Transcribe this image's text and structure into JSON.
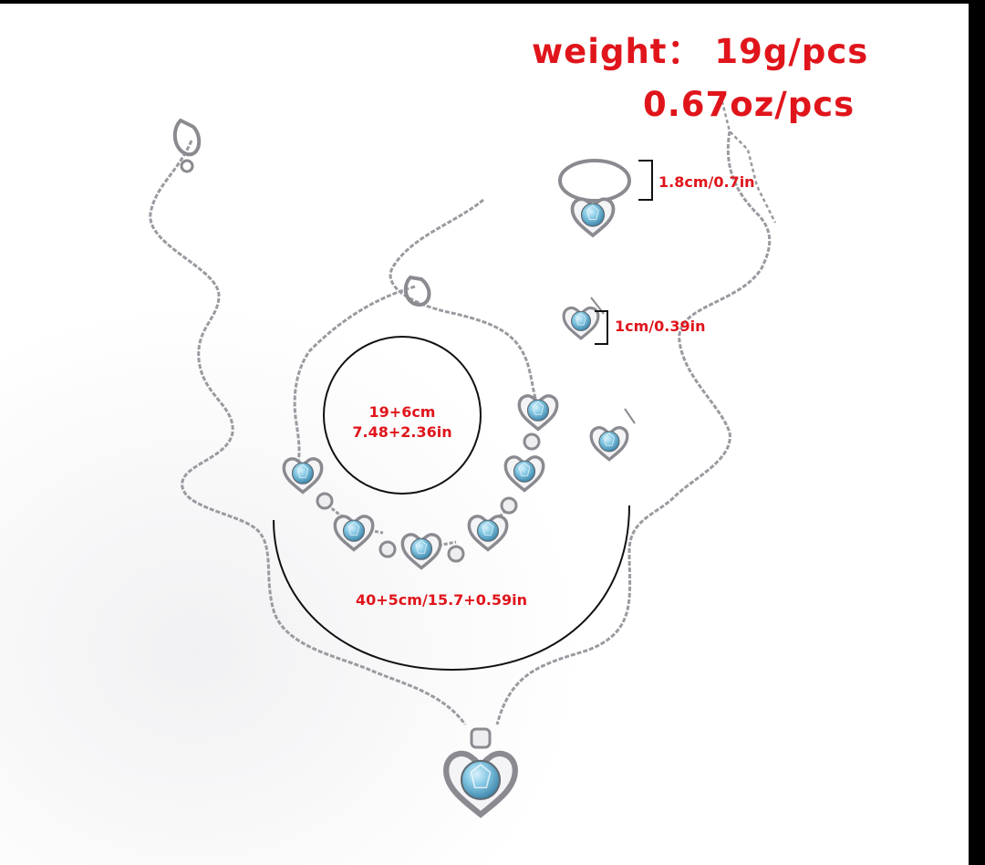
{
  "labels": {
    "weight_line1": "weight： 19g/pcs",
    "weight_line2": "0.67oz/pcs",
    "ring_size": "1.8cm/0.7in",
    "earring_size": "1cm/0.39in",
    "bracelet_size_cm": "19+6cm",
    "bracelet_size_in": "7.48+2.36in",
    "necklace_size": "40+5cm/15.7+0.59in"
  },
  "colors": {
    "label_red": "#e0151b",
    "chain_silver": "#9a9aa0",
    "stone_blue": "#7cc4e2",
    "dimension_line": "#111111",
    "frame_black": "#000000",
    "background": "#ffffff"
  },
  "items": [
    "necklace",
    "bracelet",
    "ring",
    "earring-stud",
    "earring-stud"
  ]
}
